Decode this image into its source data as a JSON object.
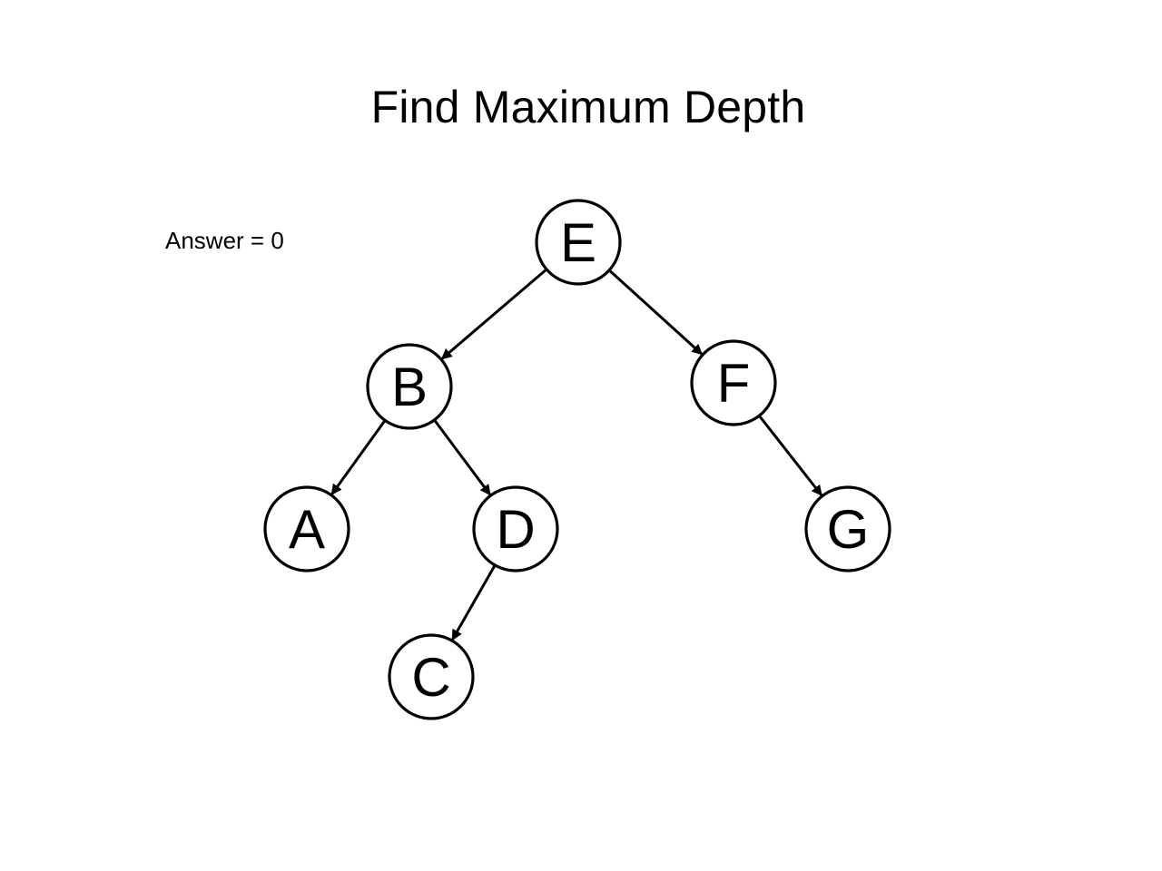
{
  "title": "Find Maximum Depth",
  "answer_text": "Answer = 0",
  "tree": {
    "nodes": [
      {
        "id": "E",
        "label": "E"
      },
      {
        "id": "B",
        "label": "B"
      },
      {
        "id": "F",
        "label": "F"
      },
      {
        "id": "A",
        "label": "A"
      },
      {
        "id": "D",
        "label": "D"
      },
      {
        "id": "G",
        "label": "G"
      },
      {
        "id": "C",
        "label": "C"
      }
    ],
    "edges": [
      {
        "from": "E",
        "to": "B"
      },
      {
        "from": "E",
        "to": "F"
      },
      {
        "from": "B",
        "to": "A"
      },
      {
        "from": "B",
        "to": "D"
      },
      {
        "from": "F",
        "to": "G"
      },
      {
        "from": "D",
        "to": "C"
      }
    ]
  },
  "colors": {
    "stroke": "#000000",
    "node_fill": "#ffffff",
    "background": "#ffffff"
  }
}
